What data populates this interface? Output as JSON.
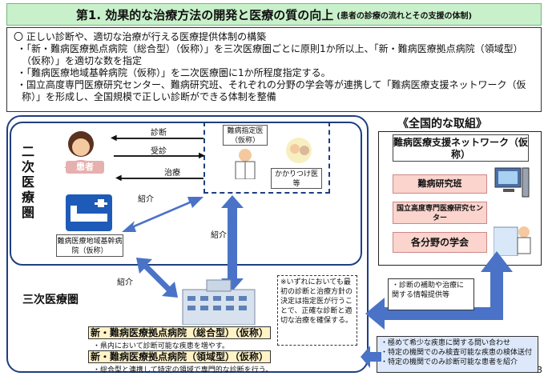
{
  "title": {
    "main": "第1. 効果的な治療方法の開発と医療の質の向上",
    "sub": "(患者の診療の流れとその支援の体制)"
  },
  "summary": {
    "heading": "〇 正しい診断や、適切な治療が行える医療提供体制の構築",
    "bullets": [
      "・「新・難病医療拠点病院（総合型）（仮称）」を三次医療圏ごとに原則1か所以上、「新・難病医療拠点病院（領域型）（仮称）」を適切な数を指定",
      "・「難病医療地域基幹病院（仮称）」を二次医療圏に1か所程度指定する。",
      "・国立高度専門医療研究センター、難病研究班、それぞれの分野の学会等が連携して「難病医療支援ネットワーク（仮称）」を形成し、全国規模で正しい診断ができる体制を整備"
    ]
  },
  "secondary": {
    "label_chars": [
      "二",
      "次",
      "医",
      "療",
      "圏"
    ],
    "patient": "患者",
    "diagnosis": "診断",
    "visit": "受診",
    "treatment": "治療",
    "designated_doctor": "難病指定医（仮称）",
    "family_doctor": "かかりつけ医等",
    "referral1": "紹介",
    "referral2": "紹介",
    "regional_hospital": "難病医療地域基幹病院（仮称）"
  },
  "tertiary": {
    "label": "三次医療圏",
    "referral3": "紹介",
    "hospital_general": "新・難病医療拠点病院（総合型）（仮称）",
    "general_note": "・県内において診断可能な疾患を増やす。",
    "hospital_domain": "新・難病医療拠点病院（領域型）（仮称）",
    "domain_note": "・総合型と連携して特定の領域で専門的な診断を行う。",
    "remark": "※いずれにおいても最初の診断と治療方針の決定は指定医が行うことで、正確な診断と適切な治療を確保する。"
  },
  "national": {
    "heading": "《全国的な取組》",
    "network_title": "難病医療支援ネットワーク（仮称）",
    "research": "難病研究班",
    "ncenter": "国立高度専門医療研究センター",
    "societies": "各分野の学会",
    "support_info": "・診断の補助や治療に関する情報提供等",
    "inquiry": [
      "・極めて希少な疾患に関する問い合わせ",
      "・特定の機関でのみ検査可能な疾患の検体送付",
      "・特定の機関でのみ診断可能な患者を紹介"
    ]
  },
  "page_number": "3",
  "colors": {
    "title_bg": "#c8f0ca",
    "frame": "#1e3f80",
    "arrow": "#4a73c7",
    "hospital_bar": "#fff3c6",
    "pink_box": "#fad4cd"
  }
}
